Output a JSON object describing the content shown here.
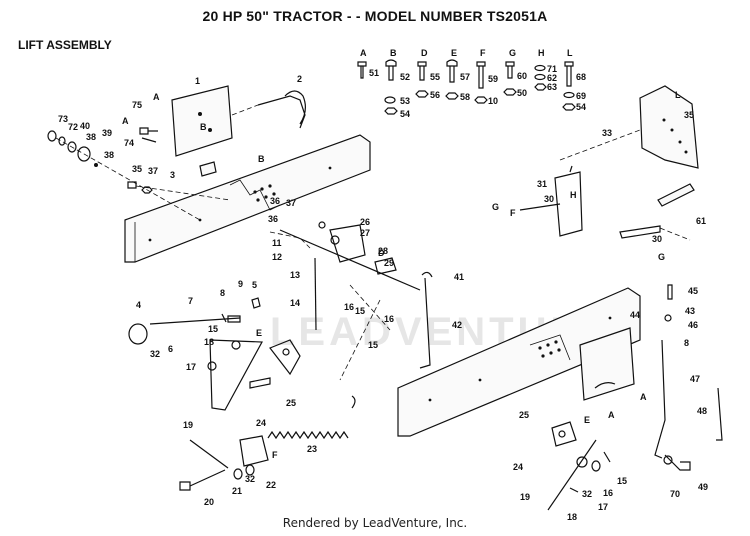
{
  "header": {
    "title": "20 HP 50\" TRACTOR - - MODEL NUMBER TS2051A",
    "section": "LIFT ASSEMBLY"
  },
  "watermark": "LEADVENTURE",
  "footer": {
    "text": "Rendered by LeadVenture, Inc."
  },
  "hardware_legend": [
    {
      "letter": "A",
      "parts": [
        "51"
      ]
    },
    {
      "letter": "B",
      "parts": [
        "52",
        "53",
        "54"
      ]
    },
    {
      "letter": "D",
      "parts": [
        "55",
        "56"
      ]
    },
    {
      "letter": "E",
      "parts": [
        "57",
        "58"
      ]
    },
    {
      "letter": "F",
      "parts": [
        "59",
        "10"
      ]
    },
    {
      "letter": "G",
      "parts": [
        "60",
        "50"
      ]
    },
    {
      "letter": "H",
      "parts": [
        "71",
        "62",
        "63"
      ]
    },
    {
      "letter": "L",
      "parts": [
        "68",
        "69",
        "54"
      ]
    }
  ],
  "callouts": [
    "1",
    "2",
    "3",
    "4",
    "5",
    "6",
    "7",
    "8",
    "9",
    "10",
    "11",
    "12",
    "13",
    "14",
    "15",
    "15",
    "15",
    "15",
    "16",
    "16",
    "16",
    "17",
    "17",
    "18",
    "18",
    "19",
    "19",
    "20",
    "21",
    "22",
    "23",
    "24",
    "24",
    "25",
    "25",
    "26",
    "27",
    "28",
    "29",
    "30",
    "30",
    "31",
    "32",
    "32",
    "32",
    "33",
    "35",
    "35",
    "36",
    "36",
    "37",
    "37",
    "38",
    "38",
    "39",
    "40",
    "41",
    "42",
    "43",
    "44",
    "45",
    "46",
    "47",
    "48",
    "49",
    "61",
    "70",
    "72",
    "73",
    "74",
    "75",
    "8"
  ],
  "reference_letters": [
    "A",
    "A",
    "A",
    "A",
    "B",
    "B",
    "D",
    "E",
    "E",
    "F",
    "F",
    "G",
    "G",
    "H",
    "L"
  ]
}
